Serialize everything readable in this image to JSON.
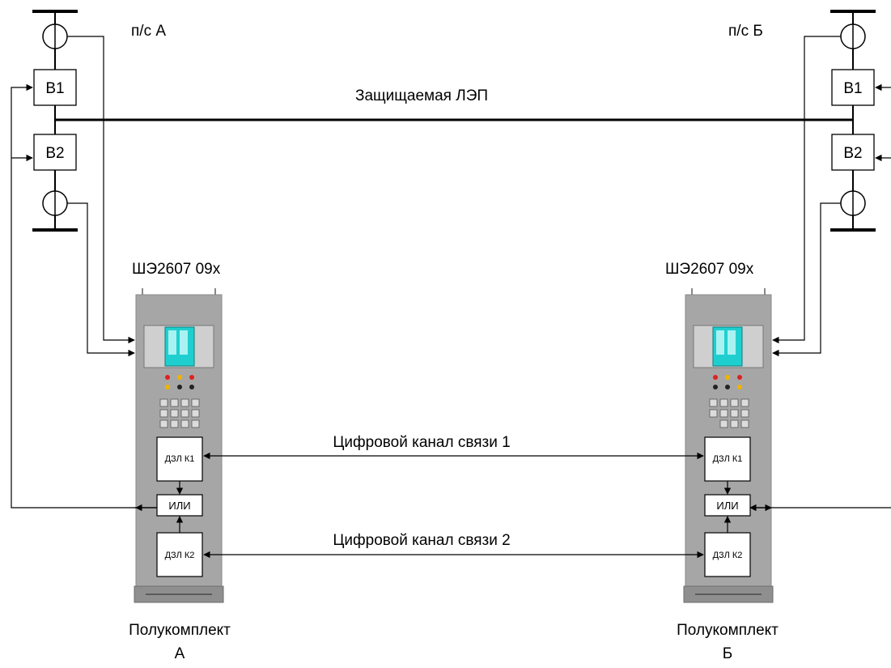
{
  "substations": {
    "a": {
      "label": "п/с  А",
      "breaker1": "В1",
      "breaker2": "В2"
    },
    "b": {
      "label": "п/с  Б",
      "breaker1": "В1",
      "breaker2": "В2"
    }
  },
  "line_label": "Защищаемая ЛЭП",
  "cabinets": {
    "a": {
      "model": "ШЭ2607 09х",
      "dzl1": "ДЗЛ К1",
      "or": "ИЛИ",
      "dzl2": "ДЗЛ К2",
      "caption_line1": "Полукомплект",
      "caption_line2": "А"
    },
    "b": {
      "model": "ШЭ2607 09х",
      "dzl1": "ДЗЛ К1",
      "or": "ИЛИ",
      "dzl2": "ДЗЛ К2",
      "caption_line1": "Полукомплект",
      "caption_line2": "Б"
    }
  },
  "channels": {
    "ch1": "Цифровой канал связи 1",
    "ch2": "Цифровой канал связи 2"
  },
  "colors": {
    "line": "#000000",
    "cabinet": "#a6a6a6",
    "display": "#1fcfcf",
    "lamp_red": "#e02020",
    "lamp_yellow": "#f0b400",
    "lamp_dark": "#222222"
  }
}
